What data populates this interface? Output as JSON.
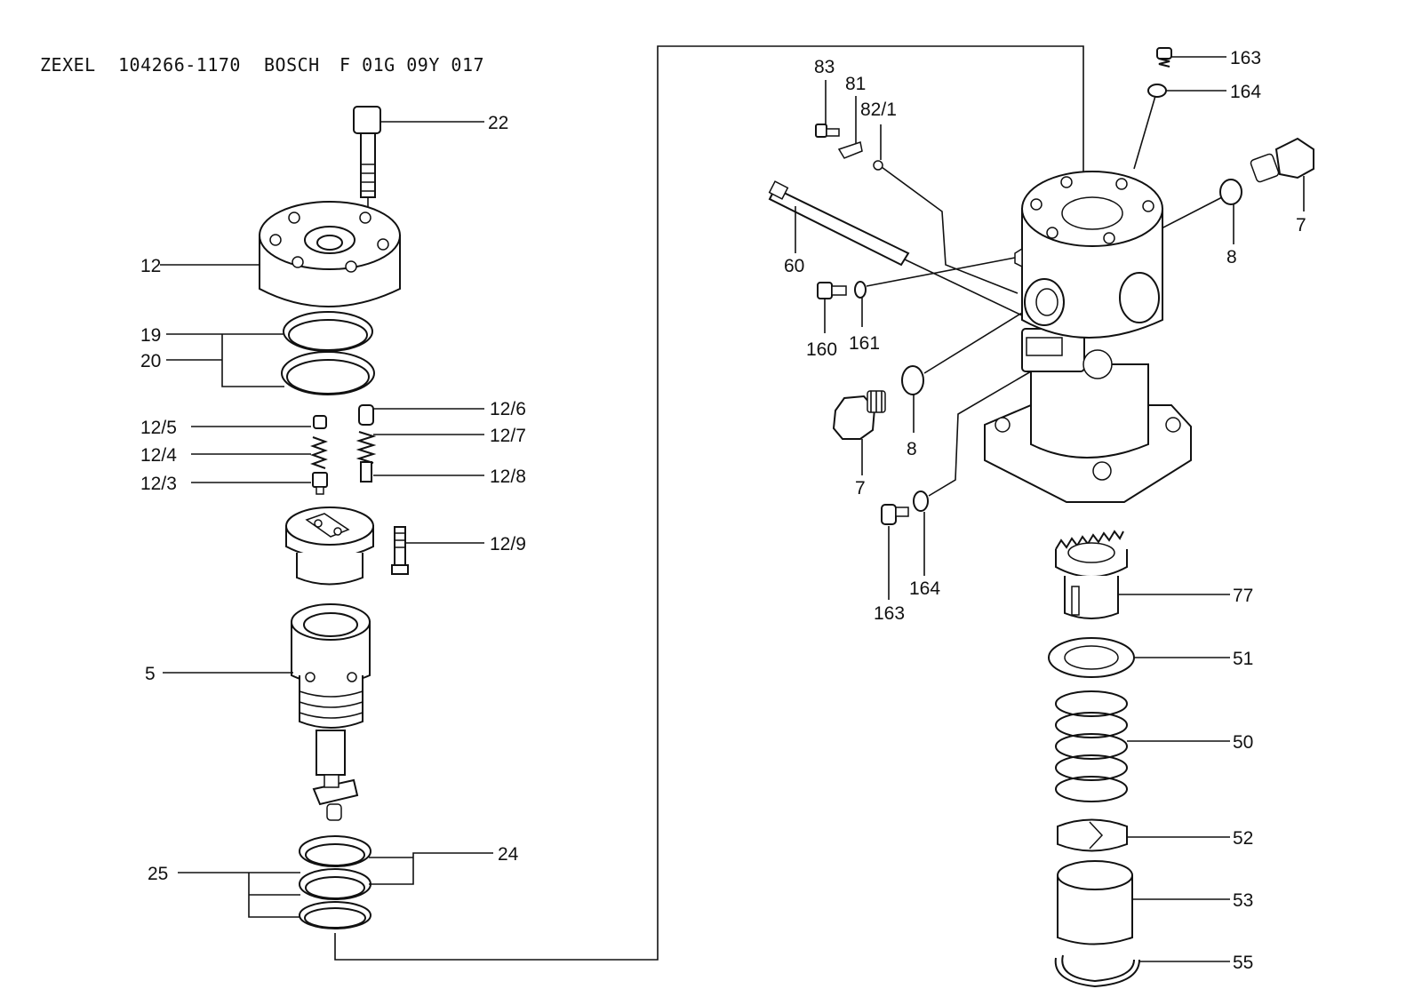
{
  "header": {
    "brand": "ZEXEL",
    "zexel_number": "104266-1170",
    "bosch_label": "BOSCH",
    "bosch_number": "F 01G 09Y 017"
  },
  "callouts": {
    "p22": "22",
    "p12": "12",
    "p19": "19",
    "p20": "20",
    "p12_5": "12/5",
    "p12_4": "12/4",
    "p12_3": "12/3",
    "p12_6": "12/6",
    "p12_7": "12/7",
    "p12_8": "12/8",
    "p12_9": "12/9",
    "p5": "5",
    "p24": "24",
    "p25": "25",
    "p83": "83",
    "p81": "81",
    "p82_1": "82/1",
    "p60": "60",
    "p160": "160",
    "p161": "161",
    "p7_left": "7",
    "p8_left": "8",
    "p163_left": "163",
    "p164_left": "164",
    "p163_top": "163",
    "p164_top": "164",
    "p7_right": "7",
    "p8_right": "8",
    "p77": "77",
    "p51": "51",
    "p50": "50",
    "p52": "52",
    "p53": "53",
    "p55": "55"
  }
}
